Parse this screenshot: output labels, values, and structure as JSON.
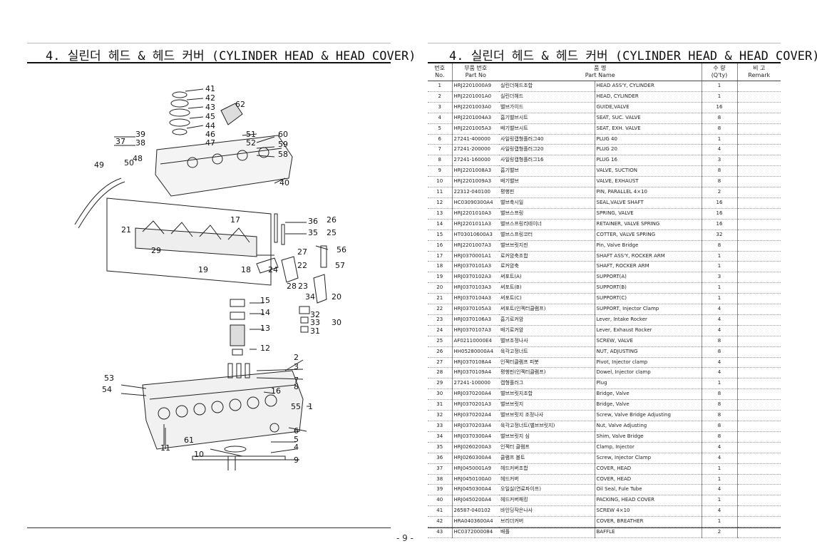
{
  "titles": {
    "left": "4. 실린더 헤드 & 헤드 커버 (CYLINDER HEAD & HEAD COVER)",
    "right": "4. 실린더 헤드 & 헤드 커버 (CYLINDER HEAD & HEAD COVER)"
  },
  "diagram_labels": [
    "41",
    "42",
    "43",
    "45",
    "44",
    "46",
    "47",
    "62",
    "51",
    "52",
    "60",
    "59",
    "58",
    "39",
    "37",
    "38",
    "48",
    "50",
    "49",
    "40",
    "17",
    "36",
    "26",
    "35",
    "25",
    "21",
    "29",
    "27",
    "56",
    "19",
    "18",
    "24",
    "22",
    "57",
    "28",
    "23",
    "34",
    "20",
    "15",
    "14",
    "32",
    "33",
    "30",
    "13",
    "31",
    "12",
    "2",
    "3",
    "7",
    "8",
    "16",
    "53",
    "54",
    "55",
    "1",
    "6",
    "5",
    "4",
    "61",
    "11",
    "10",
    "9"
  ],
  "table": {
    "headers": {
      "no_ko": "번호",
      "no_en": "No.",
      "part_no_ko": "부품 번호",
      "part_no_en": "Part No",
      "name_ko": "품 명",
      "name_en": "Part Name",
      "qty_ko": "수 량",
      "qty_en": "(Q'ty)",
      "remark_ko": "비 고",
      "remark_en": "Remark"
    },
    "rows": [
      {
        "no": "1",
        "pn": "HRJ2201000A9",
        "kn": "실린더헤드조합",
        "en": "HEAD ASS'Y, CYLINDER",
        "qty": "1"
      },
      {
        "no": "2",
        "pn": "HRJ2201001A0",
        "kn": "실린더헤드",
        "en": "HEAD, CYLINDER",
        "qty": "1"
      },
      {
        "no": "3",
        "pn": "HRJ2201003A0",
        "kn": "밸브가이드",
        "en": "GUIDE,VALVE",
        "qty": "16"
      },
      {
        "no": "4",
        "pn": "HRJ2201004A3",
        "kn": "흡기밸브시트",
        "en": "SEAT, SUC. VALVE",
        "qty": "8"
      },
      {
        "no": "5",
        "pn": "HRJ2201005A3",
        "kn": "배기밸브시트",
        "en": "SEAT, EXH. VALVE",
        "qty": "8"
      },
      {
        "no": "6",
        "pn": "27241-400000",
        "kn": "사일링캡형플러그40",
        "en": "PLUG 40",
        "qty": "1"
      },
      {
        "no": "7",
        "pn": "27241-200000",
        "kn": "사일링캡형플러그20",
        "en": "PLUG 20",
        "qty": "4"
      },
      {
        "no": "8",
        "pn": "27241-160000",
        "kn": "사일링캡형플러그16",
        "en": "PLUG 16",
        "qty": "3"
      },
      {
        "no": "9",
        "pn": "HRJ2201008A3",
        "kn": "흡기밸브",
        "en": "VALVE, SUCTION",
        "qty": "8"
      },
      {
        "no": "10",
        "pn": "HRJ2201009A3",
        "kn": "배기밸브",
        "en": "VALVE, EXHAUST",
        "qty": "8"
      },
      {
        "no": "11",
        "pn": "22312-040100",
        "kn": "평행핀",
        "en": "PIN, PARALLEL 4×10",
        "qty": "2"
      },
      {
        "no": "12",
        "pn": "HC03090300A4",
        "kn": "밸브축시일",
        "en": "SEAL,VALVE SHAFT",
        "qty": "16"
      },
      {
        "no": "13",
        "pn": "HRJ2201010A3",
        "kn": "밸브스프링",
        "en": "SPRING, VALVE",
        "qty": "16"
      },
      {
        "no": "14",
        "pn": "HRJ2201011A3",
        "kn": "밸브스프링리테이너",
        "en": "RETAINER, VALVE SPRING",
        "qty": "16"
      },
      {
        "no": "15",
        "pn": "HT03010600A3",
        "kn": "밸브스프링코터",
        "en": "COTTER, VALVE SPRING",
        "qty": "32"
      },
      {
        "no": "16",
        "pn": "HRJ2201007A3",
        "kn": "밸브브릿지핀",
        "en": "Pin, Valve Bridge",
        "qty": "8"
      },
      {
        "no": "17",
        "pn": "HRJ0370001A1",
        "kn": "로커암축조합",
        "en": "SHAFT ASS'Y, ROCKER ARM",
        "qty": "1"
      },
      {
        "no": "18",
        "pn": "HRJ0370101A3",
        "kn": "로커암축",
        "en": "SHAFT, ROCKER ARM",
        "qty": "1"
      },
      {
        "no": "19",
        "pn": "HRJ0370102A3",
        "kn": "써포트(A)",
        "en": "SUPPORT(A)",
        "qty": "3"
      },
      {
        "no": "20",
        "pn": "HRJ0370103A3",
        "kn": "써포트(B)",
        "en": "SUPPORT(B)",
        "qty": "1"
      },
      {
        "no": "21",
        "pn": "HRJ0370104A3",
        "kn": "써포트(C)",
        "en": "SUPPORT(C)",
        "qty": "1"
      },
      {
        "no": "22",
        "pn": "HRJ0370105A3",
        "kn": "써포트(인젝터클램프)",
        "en": "SUPPORT, Injector Clamp",
        "qty": "4"
      },
      {
        "no": "23",
        "pn": "HRJ0370106A3",
        "kn": "흡기로커암",
        "en": "Lever, Intake Rocker",
        "qty": "4"
      },
      {
        "no": "24",
        "pn": "HRJ0370107A3",
        "kn": "배기로커암",
        "en": "Lever, Exhaust Rocker",
        "qty": "4"
      },
      {
        "no": "25",
        "pn": "AF02110000E4",
        "kn": "밸브조정나사",
        "en": "SCREW, VALVE",
        "qty": "8"
      },
      {
        "no": "26",
        "pn": "HH05280000A4",
        "kn": "육각고정너트",
        "en": "NUT, ADJUSTING",
        "qty": "8"
      },
      {
        "no": "27",
        "pn": "HRJ0370108A4",
        "kn": "인젝터클램프 피봇",
        "en": "Pivot, Injector clamp",
        "qty": "4"
      },
      {
        "no": "28",
        "pn": "HRJ0370109A4",
        "kn": "평행핀(인젝터클램프)",
        "en": "Dowel, Injector clamp",
        "qty": "4"
      },
      {
        "no": "29",
        "pn": "27241-100000",
        "kn": "캡형플러그",
        "en": "Plug",
        "qty": "1"
      },
      {
        "no": "30",
        "pn": "HRJ0370200A4",
        "kn": "밸브브릿지조합",
        "en": "Bridge, Valve",
        "qty": "8"
      },
      {
        "no": "31",
        "pn": "HRJ0370201A3",
        "kn": "밸브브릿지",
        "en": "Bridge, Valve",
        "qty": "8"
      },
      {
        "no": "32",
        "pn": "HRJ0370202A4",
        "kn": "밸브브릿지 조정나사",
        "en": "Screw, Valve Bridge Adjusting",
        "qty": "8"
      },
      {
        "no": "33",
        "pn": "HRJ0370203A4",
        "kn": "육각고정너트(밸브브릿지)",
        "en": "Nut, Valve Adjusting",
        "qty": "8"
      },
      {
        "no": "34",
        "pn": "HRJ0370300A4",
        "kn": "밸브브릿지 심",
        "en": "Shim, Valve Bridge",
        "qty": "8"
      },
      {
        "no": "35",
        "pn": "HRJ0260200A3",
        "kn": "인젝터 클램프",
        "en": "Clamp, Injector",
        "qty": "4"
      },
      {
        "no": "36",
        "pn": "HRJ0260300A4",
        "kn": "클램프 볼트",
        "en": "Screw, Injector Clamp",
        "qty": "4"
      },
      {
        "no": "37",
        "pn": "HRJ0450001A9",
        "kn": "헤드커버조합",
        "en": "COVER, HEAD",
        "qty": "1"
      },
      {
        "no": "38",
        "pn": "HRJ0450100A0",
        "kn": "헤드커버",
        "en": "COVER, HEAD",
        "qty": "1"
      },
      {
        "no": "39",
        "pn": "HRJ0450300A4",
        "kn": "오일실(연료파이프)",
        "en": "Oil Seal, Fule Tube",
        "qty": "4"
      },
      {
        "no": "40",
        "pn": "HRJ0450200A4",
        "kn": "헤드커버패킹",
        "en": "PACKING, HEAD COVER",
        "qty": "1"
      },
      {
        "no": "41",
        "pn": "26587-040102",
        "kn": "바인딩작은나사",
        "en": "SCREW 4×10",
        "qty": "4"
      },
      {
        "no": "42",
        "pn": "HRA0403600A4",
        "kn": "브리더커버",
        "en": "COVER, BREATHER",
        "qty": "1"
      },
      {
        "no": "43",
        "pn": "HC0372000084",
        "kn": "배플",
        "en": "BAFFLE",
        "qty": "2"
      }
    ]
  },
  "page_number": "- 9 -"
}
